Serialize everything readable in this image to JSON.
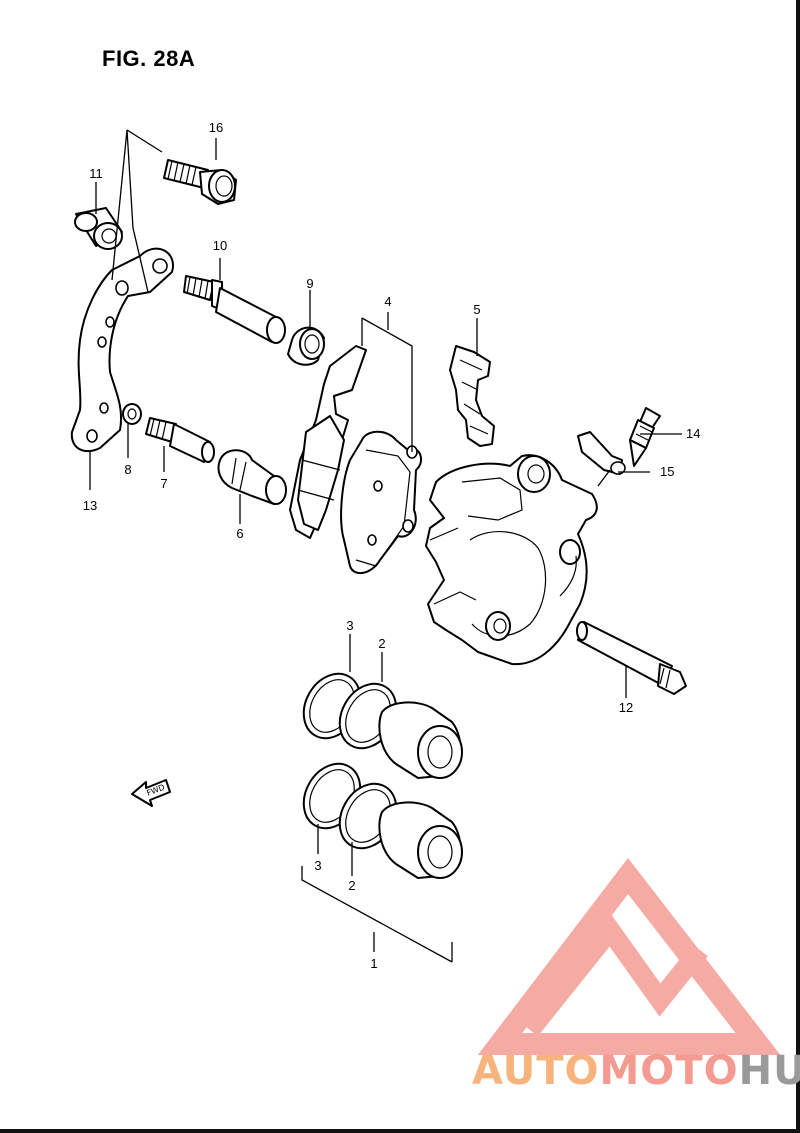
{
  "figure": {
    "title": "FIG. 28A"
  },
  "callouts": [
    {
      "id": "16",
      "label": "16"
    },
    {
      "id": "11",
      "label": "11"
    },
    {
      "id": "10",
      "label": "10"
    },
    {
      "id": "9",
      "label": "9"
    },
    {
      "id": "4",
      "label": "4"
    },
    {
      "id": "5",
      "label": "5"
    },
    {
      "id": "14",
      "label": "14"
    },
    {
      "id": "15",
      "label": "15"
    },
    {
      "id": "8",
      "label": "8"
    },
    {
      "id": "7",
      "label": "7"
    },
    {
      "id": "6",
      "label": "6"
    },
    {
      "id": "13",
      "label": "13"
    },
    {
      "id": "12",
      "label": "12"
    },
    {
      "id": "3a",
      "label": "3"
    },
    {
      "id": "2a",
      "label": "2"
    },
    {
      "id": "3b",
      "label": "3"
    },
    {
      "id": "2b",
      "label": "2"
    },
    {
      "id": "1",
      "label": "1"
    }
  ],
  "fwd_arrow": {
    "label": "FWD",
    "icon": "forward-arrow-icon"
  },
  "watermark": {
    "part1": "AUTO",
    "part2": "MOTO",
    "part3": "HUB",
    "colors": {
      "auto": "#f7b37c",
      "moto": "#f59a91",
      "hub": "#9a9a9a",
      "logo": "#f6a19b"
    }
  }
}
